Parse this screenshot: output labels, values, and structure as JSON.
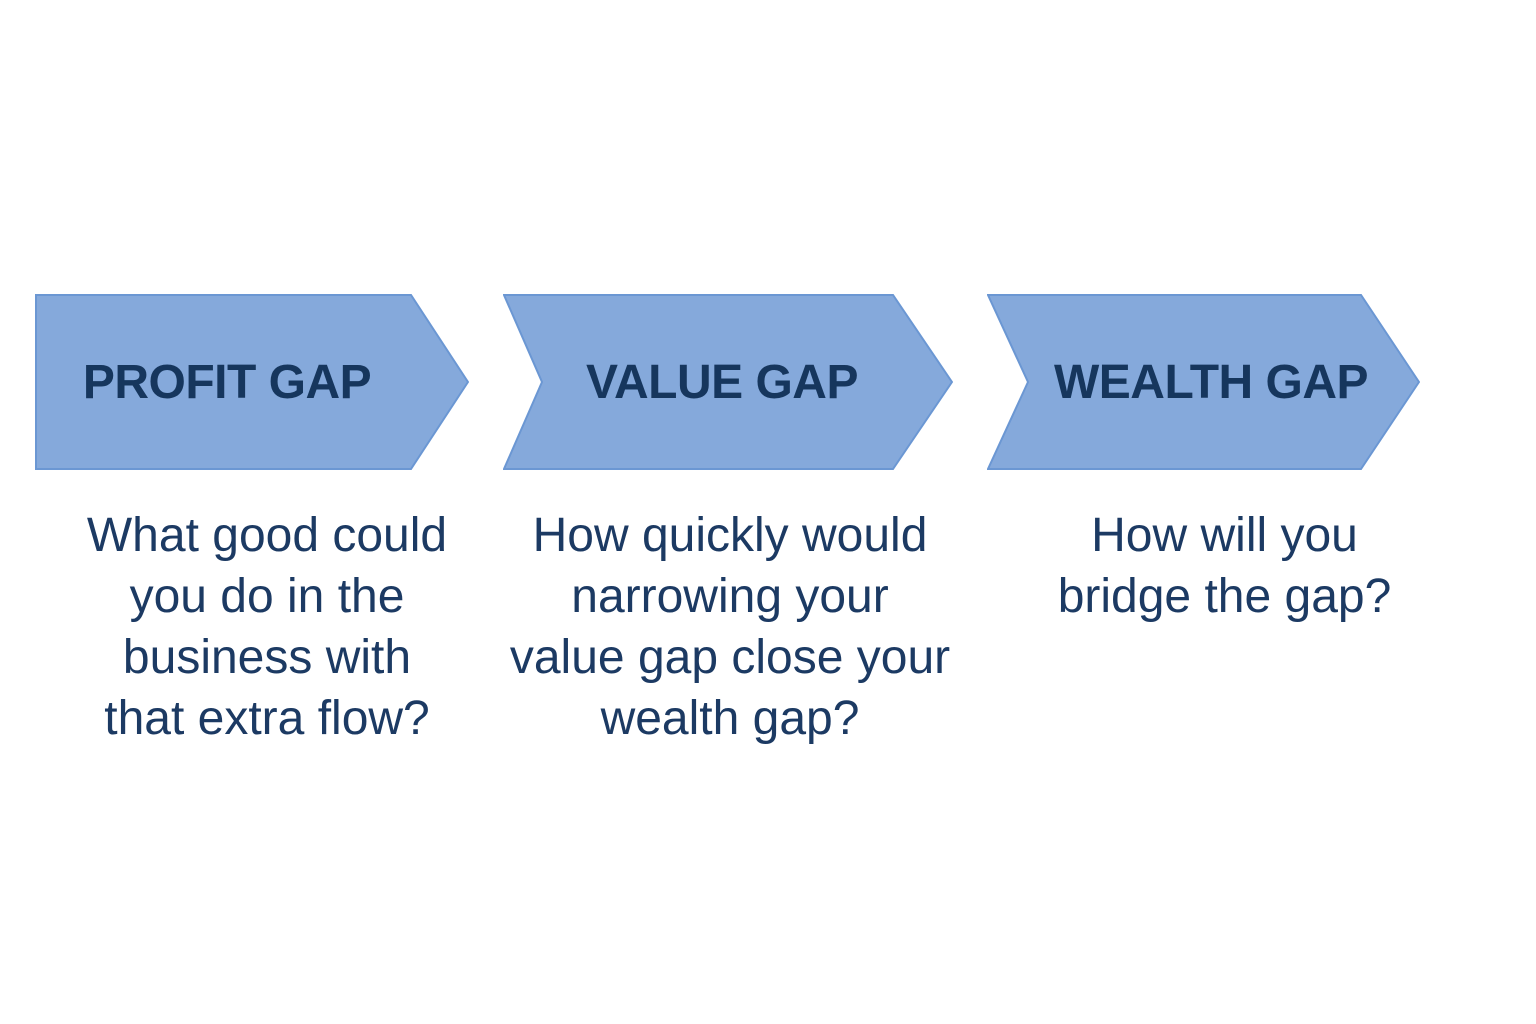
{
  "colors": {
    "background": "#ffffff",
    "arrow_fill": "#85a9db",
    "arrow_border": "#6b97d3",
    "heading_text": "#16365d",
    "body_text": "#1c3a63"
  },
  "steps": [
    {
      "label": "PROFIT GAP",
      "description": "What good could\nyou do in the\nbusiness with\nthat extra flow?"
    },
    {
      "label": "VALUE GAP",
      "description": "How quickly would\nnarrowing your\nvalue gap close your\nwealth gap?"
    },
    {
      "label": "WEALTH GAP",
      "description": "How will you\nbridge the gap?"
    }
  ]
}
